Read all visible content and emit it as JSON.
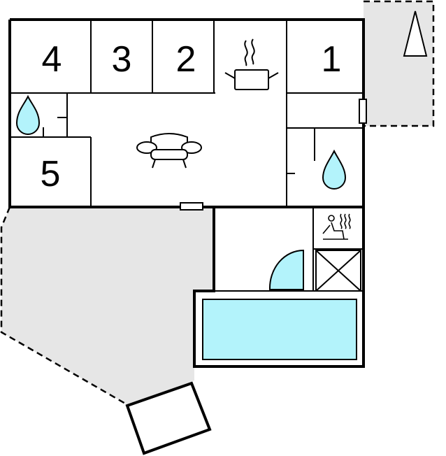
{
  "rooms": [
    {
      "id": "bedroom-4",
      "label": "4"
    },
    {
      "id": "bedroom-3",
      "label": "3"
    },
    {
      "id": "bedroom-2",
      "label": "2"
    },
    {
      "id": "bedroom-1",
      "label": "1"
    },
    {
      "id": "bedroom-5",
      "label": "5"
    }
  ],
  "icons": {
    "kitchen": "cooking-pot-icon",
    "living": "sofa-icon",
    "bath_left": "water-drop-icon",
    "bath_right": "water-drop-icon",
    "sauna": "sauna-icon",
    "stairs": "stairwell-icon",
    "north": "north-arrow-icon"
  },
  "colors": {
    "wall": "#000000",
    "terrace": "#e6e6e6",
    "water": "#b3f3fb",
    "pool": "#b3f3fb"
  }
}
